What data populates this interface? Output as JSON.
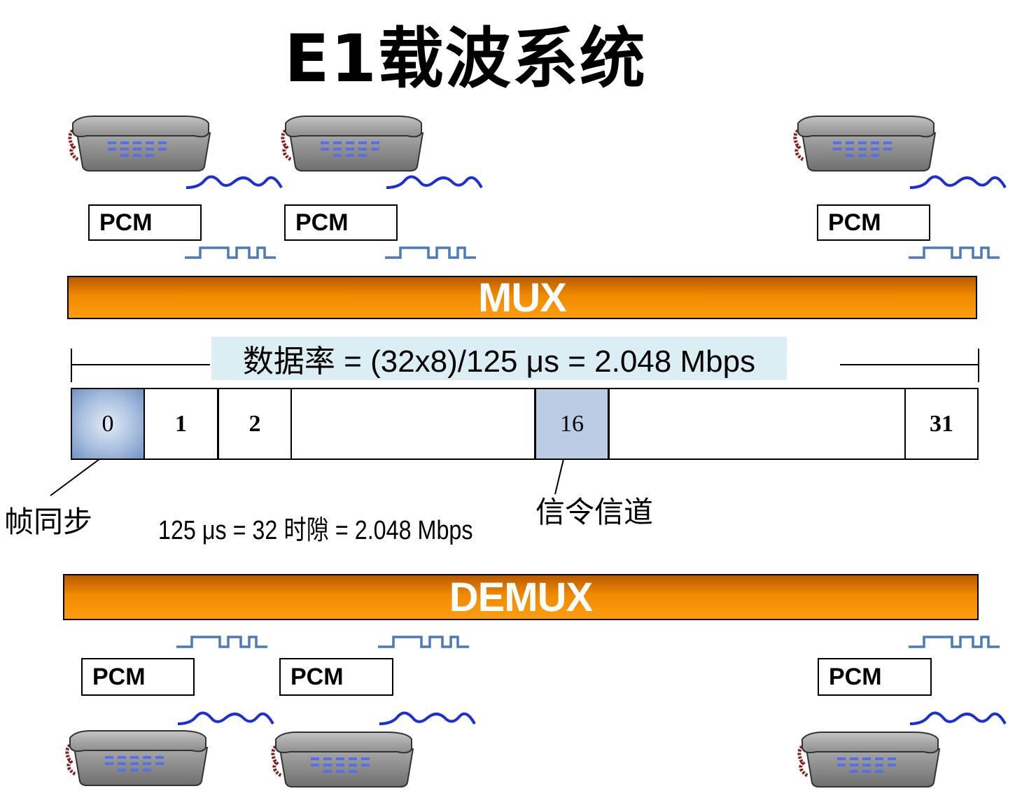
{
  "title": "E1载波系统",
  "pcm_label": "PCM",
  "mux_label": "MUX",
  "demux_label": "DEMUX",
  "data_rate": "数据率 = (32x8)/125 μs = 2.048 Mbps",
  "slots": {
    "s0": "0",
    "s1": "1",
    "s2": "2",
    "s16": "16",
    "s31": "31"
  },
  "frame_sync_label": "帧同步",
  "signaling_label": "信令信道",
  "timing_note": "125 μs = 32 时隙 = 2.048 Mbps",
  "colors": {
    "bar_orange": "#f08a00",
    "analog_wave": "#1a2fd6",
    "digital_wave": "#4a7ab8",
    "sync_slot": "#6f93c6",
    "signal_slot": "#b9cce4",
    "rate_bg": "#daeef3"
  }
}
